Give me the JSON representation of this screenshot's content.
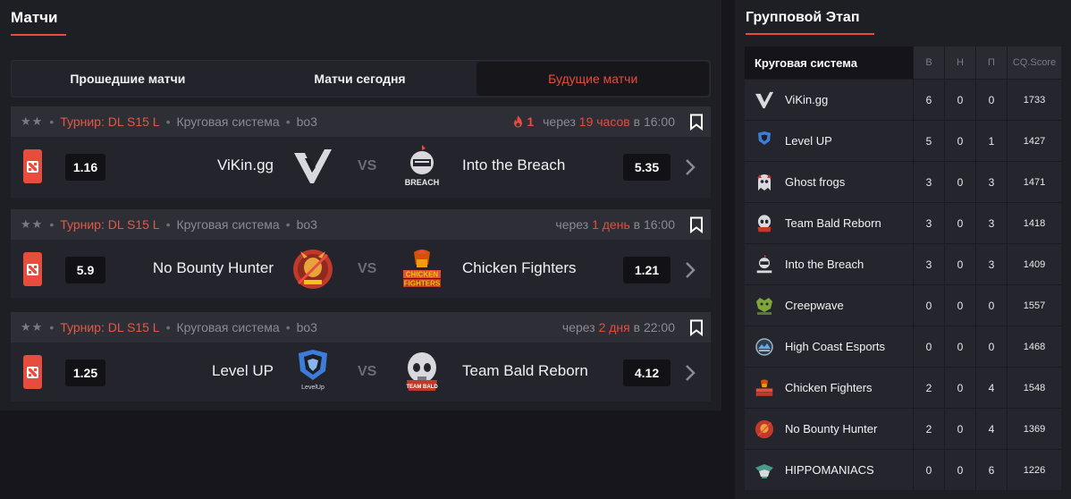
{
  "matches_section": {
    "title": "Матчи",
    "tabs": [
      {
        "label": "Прошедшие матчи",
        "active": false
      },
      {
        "label": "Матчи сегодня",
        "active": false
      },
      {
        "label": "Будущие матчи",
        "active": true
      }
    ]
  },
  "colors": {
    "accent": "#e74c3c",
    "panel": "#1e1e25",
    "header_row": "#2e2e37"
  },
  "matches": [
    {
      "stars": "★★",
      "tournament": "Турнир: DL S15 L",
      "format": "Круговая система",
      "best_of": "bo3",
      "hot_count": "1",
      "time_prefix": "через",
      "time_value": "19 часов",
      "time_suffix": "в 16:00",
      "game_icon": "dota2-icon",
      "team1": {
        "name": "ViKin.gg",
        "odd": "1.16",
        "logo": "vikin-logo"
      },
      "team2": {
        "name": "Into the Breach",
        "odd": "5.35",
        "logo": "breach-logo"
      },
      "vs": "VS"
    },
    {
      "stars": "★★",
      "tournament": "Турнир: DL S15 L",
      "format": "Круговая система",
      "best_of": "bo3",
      "hot_count": "",
      "time_prefix": "через",
      "time_value": "1 день",
      "time_suffix": "в 16:00",
      "game_icon": "dota2-icon",
      "team1": {
        "name": "No Bounty Hunter",
        "odd": "5.9",
        "logo": "nbh-logo"
      },
      "team2": {
        "name": "Chicken Fighters",
        "odd": "1.21",
        "logo": "chicken-logo"
      },
      "vs": "VS"
    },
    {
      "stars": "★★",
      "tournament": "Турнир: DL S15 L",
      "format": "Круговая система",
      "best_of": "bo3",
      "hot_count": "",
      "time_prefix": "через",
      "time_value": "2 дня",
      "time_suffix": "в 22:00",
      "game_icon": "dota2-icon",
      "team1": {
        "name": "Level UP",
        "odd": "1.25",
        "logo": "levelup-logo"
      },
      "team2": {
        "name": "Team Bald Reborn",
        "odd": "4.12",
        "logo": "bald-logo"
      },
      "vs": "VS"
    }
  ],
  "group_stage": {
    "title": "Групповой Этап",
    "table": {
      "header": {
        "name": "Круговая система",
        "w": "В",
        "d": "Н",
        "l": "П",
        "score": "CQ.Score"
      },
      "rows": [
        {
          "team": "ViKin.gg",
          "w": "6",
          "d": "0",
          "l": "0",
          "score": "1733",
          "logo": "vikin-logo"
        },
        {
          "team": "Level UP",
          "w": "5",
          "d": "0",
          "l": "1",
          "score": "1427",
          "logo": "levelup-logo"
        },
        {
          "team": "Ghost frogs",
          "w": "3",
          "d": "0",
          "l": "3",
          "score": "1471",
          "logo": "ghost-logo"
        },
        {
          "team": "Team Bald Reborn",
          "w": "3",
          "d": "0",
          "l": "3",
          "score": "1418",
          "logo": "bald-logo"
        },
        {
          "team": "Into the Breach",
          "w": "3",
          "d": "0",
          "l": "3",
          "score": "1409",
          "logo": "breach-logo"
        },
        {
          "team": "Creepwave",
          "w": "0",
          "d": "0",
          "l": "0",
          "score": "1557",
          "logo": "creepwave-logo"
        },
        {
          "team": "High Coast Esports",
          "w": "0",
          "d": "0",
          "l": "0",
          "score": "1468",
          "logo": "highcoast-logo"
        },
        {
          "team": "Chicken Fighters",
          "w": "2",
          "d": "0",
          "l": "4",
          "score": "1548",
          "logo": "chicken-logo"
        },
        {
          "team": "No Bounty Hunter",
          "w": "2",
          "d": "0",
          "l": "4",
          "score": "1369",
          "logo": "nbh-logo"
        },
        {
          "team": "HIPPOMANIACS",
          "w": "0",
          "d": "0",
          "l": "6",
          "score": "1226",
          "logo": "hippo-logo"
        }
      ]
    }
  }
}
